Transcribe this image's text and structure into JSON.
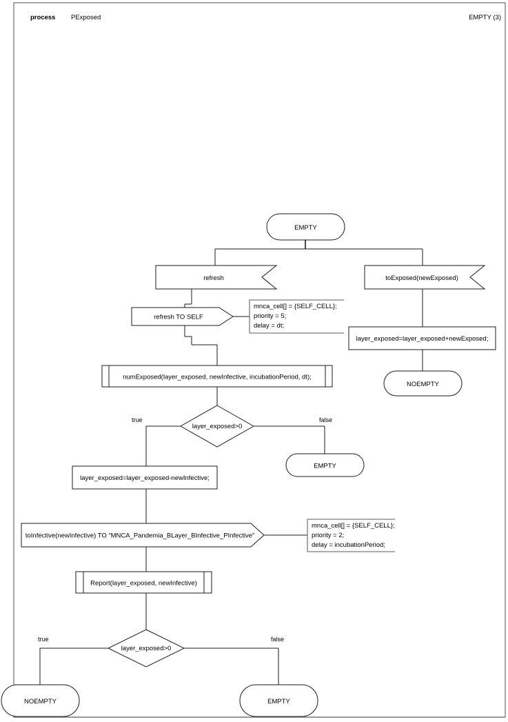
{
  "header": {
    "keyword": "process",
    "name": "PExposed",
    "result": "EMPTY (3)"
  },
  "diagram": {
    "type": "flowchart",
    "title": "PExposed process flowchart",
    "nodes": [
      {
        "id": "start_empty",
        "shape": "terminator",
        "label": "EMPTY"
      },
      {
        "id": "refresh_event",
        "shape": "event-receive",
        "label": "refresh"
      },
      {
        "id": "toexposed_event",
        "shape": "event-receive",
        "label": "toExposed(newExposed)"
      },
      {
        "id": "refresh_to_self",
        "shape": "event-send",
        "label": "refresh TO SELF"
      },
      {
        "id": "note_refresh",
        "shape": "note",
        "lines": [
          "mnca_cell[] = {SELF_CELL};",
          "priority = 5;",
          "delay = dt;"
        ]
      },
      {
        "id": "assign_add",
        "shape": "process",
        "label": "layer_exposed=layer_exposed+newExposed;"
      },
      {
        "id": "noempty_right",
        "shape": "terminator",
        "label": "NOEMPTY"
      },
      {
        "id": "numexposed_call",
        "shape": "subroutine",
        "label": "numExposed(layer_exposed, newInfective, incubationPeriod, dt);"
      },
      {
        "id": "decision_1",
        "shape": "decision",
        "label": "layer_exposed>0"
      },
      {
        "id": "decision_1_true",
        "shape": "edge-label",
        "label": "true"
      },
      {
        "id": "decision_1_false",
        "shape": "edge-label",
        "label": "false"
      },
      {
        "id": "empty_false_1",
        "shape": "terminator",
        "label": "EMPTY"
      },
      {
        "id": "assign_sub",
        "shape": "process",
        "label": "layer_exposed=layer_exposed-newInfective;"
      },
      {
        "id": "toinfective_event",
        "shape": "event-send",
        "label": "toInfective(newInfective) TO “MNCA_Pandemia_BLayer_BInfective_PInfective”"
      },
      {
        "id": "note_infective",
        "shape": "note",
        "lines": [
          "mnca_cell[] = {SELF_CELL};",
          "priority = 2;",
          "delay = incubationPeriod;"
        ]
      },
      {
        "id": "report_call",
        "shape": "subroutine",
        "label": "Report(layer_exposed, newInfective)"
      },
      {
        "id": "decision_2",
        "shape": "decision",
        "label": "layer_exposed>0"
      },
      {
        "id": "decision_2_true",
        "shape": "edge-label",
        "label": "true"
      },
      {
        "id": "decision_2_false",
        "shape": "edge-label",
        "label": "false"
      },
      {
        "id": "noempty_bottom",
        "shape": "terminator",
        "label": "NOEMPTY"
      },
      {
        "id": "empty_bottom",
        "shape": "terminator",
        "label": "EMPTY"
      }
    ]
  },
  "colors": {
    "background": "#ffffff",
    "stroke": "#1a1a1a",
    "frame": "#6f6f6f",
    "note_stroke": "#7a7a7a",
    "text": "#000000"
  }
}
